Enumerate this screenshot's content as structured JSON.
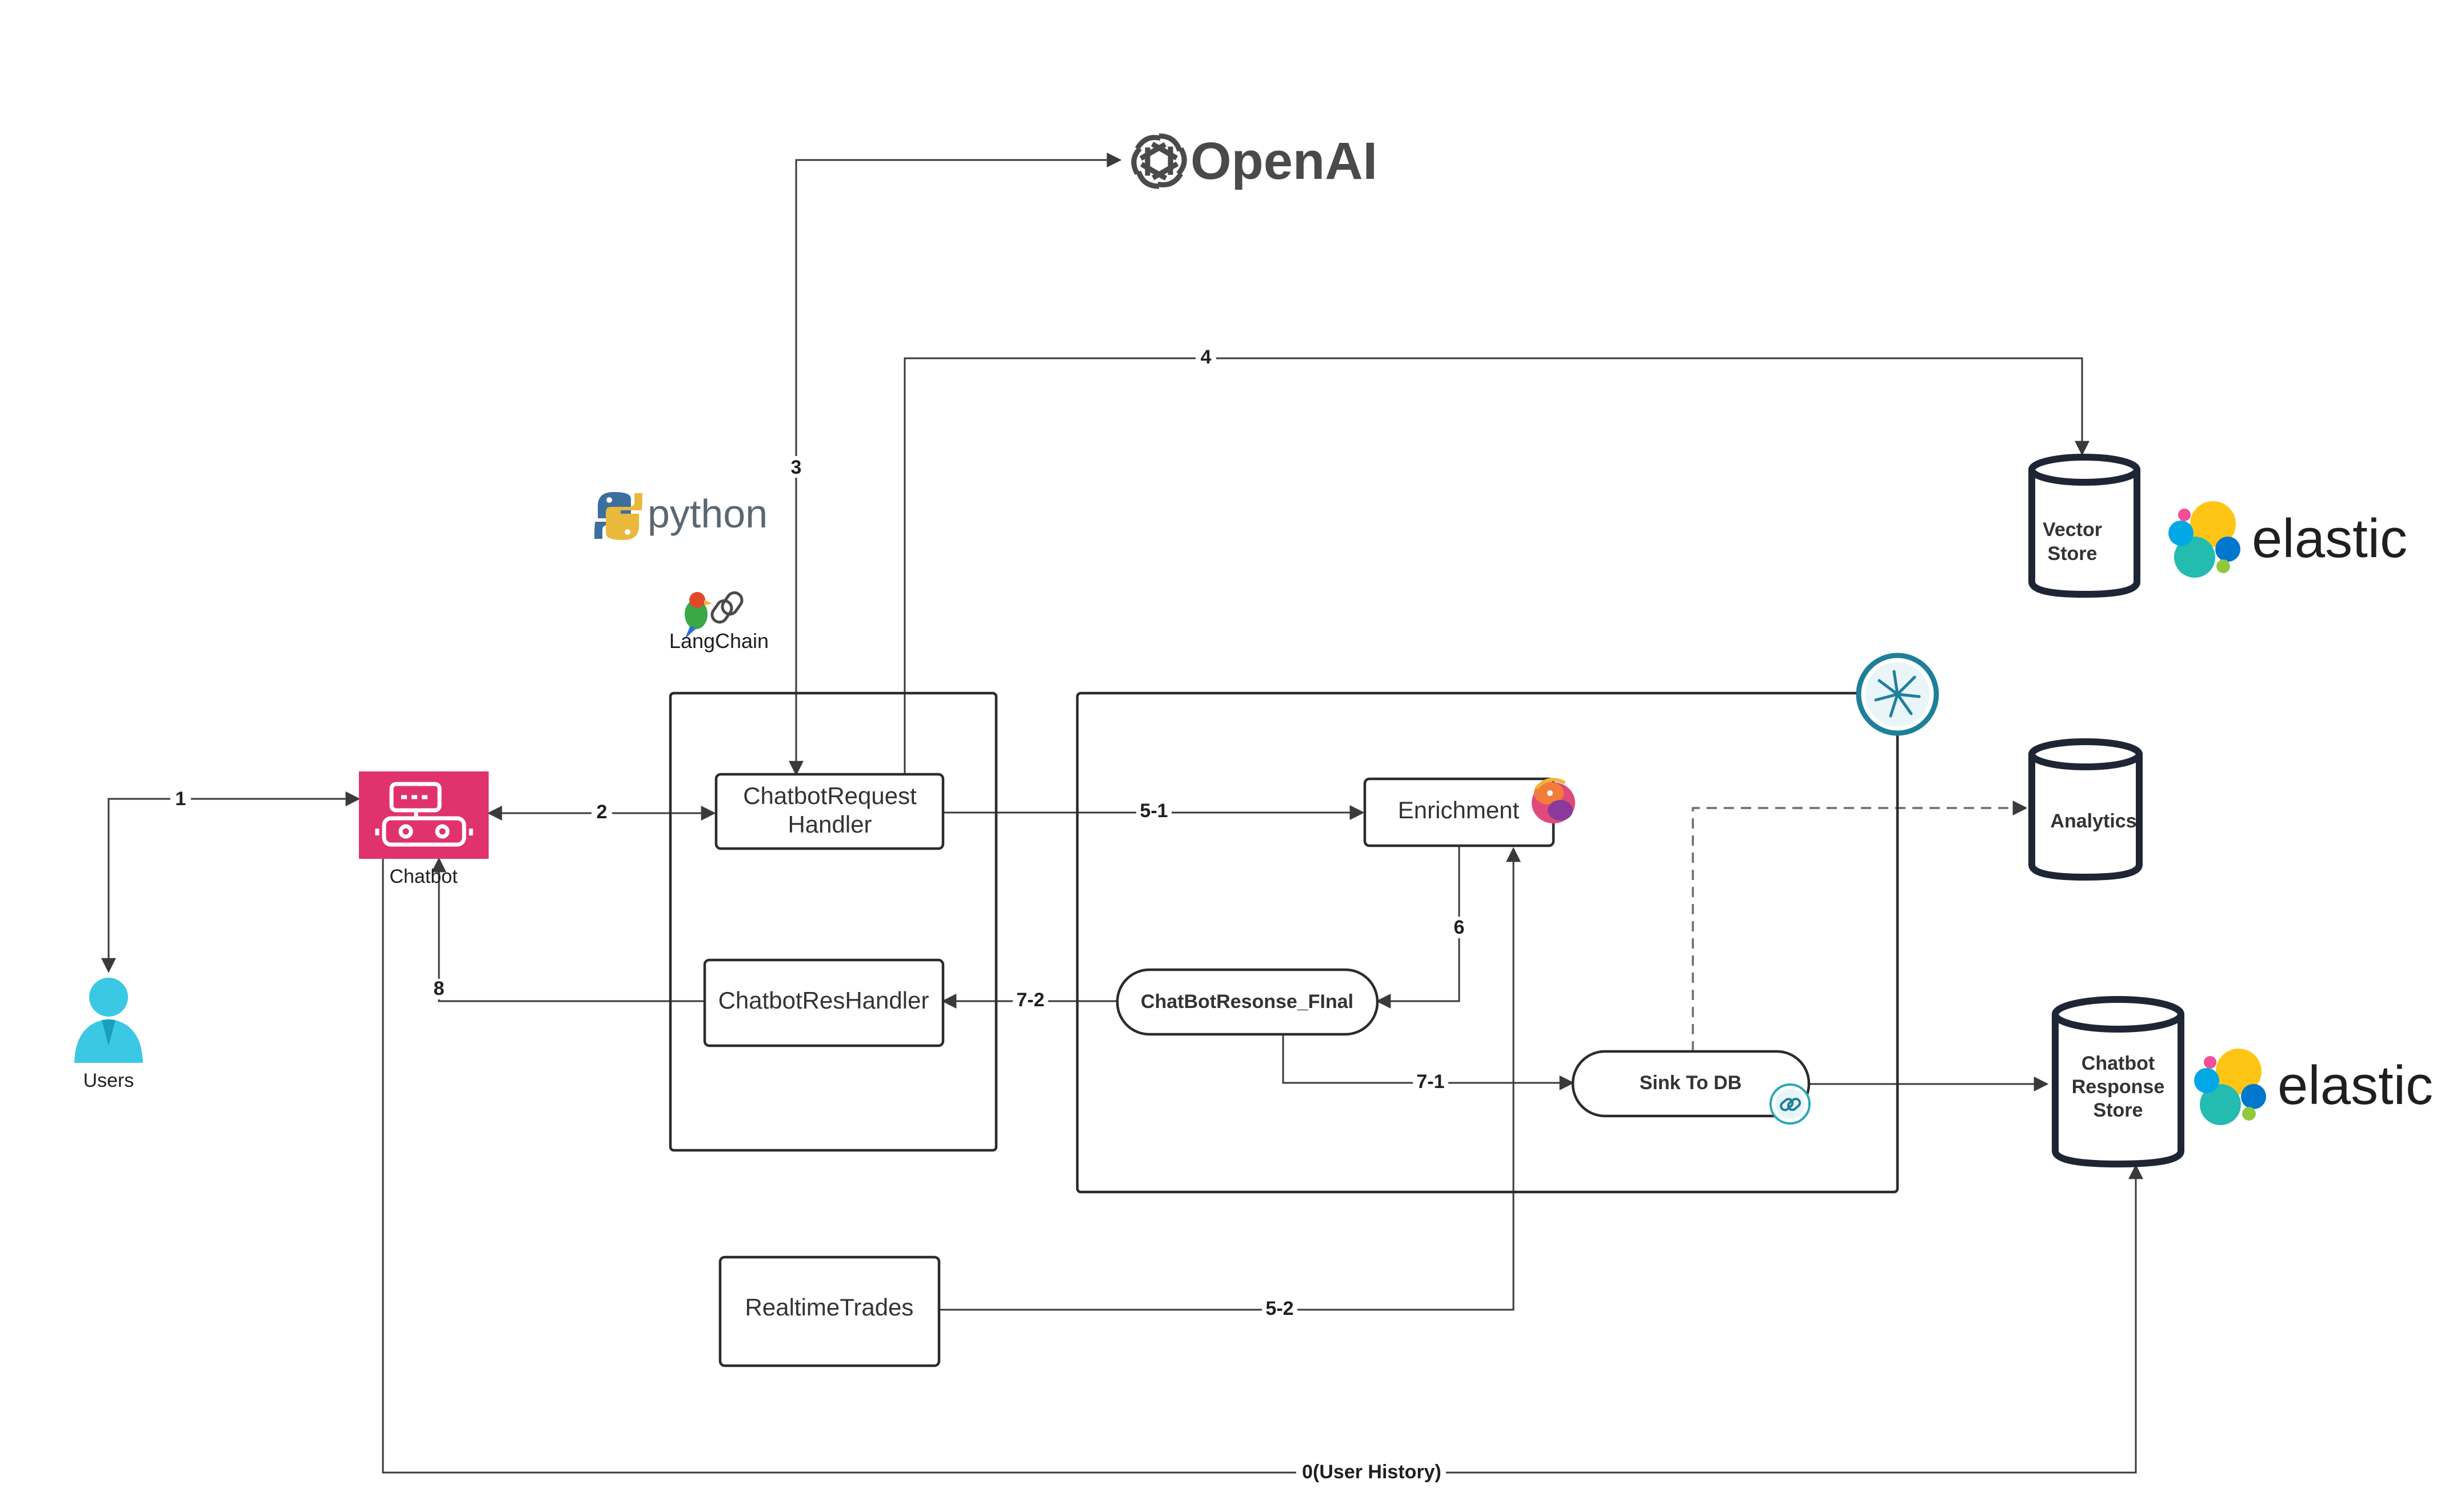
{
  "openai": {
    "name": "OpenAI",
    "color": "#4a4a4a",
    "icon": "openai-logo-icon"
  },
  "python": {
    "name": "python",
    "blue": "#3b6f9e",
    "yellow": "#e8b93a",
    "icon": "python-logo-icon"
  },
  "langchain": {
    "name": "LangChain",
    "icon": "parrot-chain-icon"
  },
  "elastic": {
    "name": "elastic",
    "icon": "elastic-logo-icon"
  },
  "chatbot": {
    "label": "Chatbot",
    "color": "#e0336e",
    "icon": "chatbot-robot-icon"
  },
  "users": {
    "label": "Users",
    "color": "#3bc8e4",
    "icon": "user-person-icon"
  },
  "nodes": {
    "request_handler_l1": "ChatbotRequest",
    "request_handler_l2": "Handler",
    "res_handler": "ChatbotResHandler",
    "enrichment": "Enrichment",
    "final": "ChatBotResonse_FInal",
    "sink": "Sink To DB",
    "realtime": "RealtimeTrades"
  },
  "stores": {
    "vector_l1": "Vector",
    "vector_l2": "Store",
    "analytics": "Analytics",
    "response_l1": "Chatbot",
    "response_l2": "Response",
    "response_l3": "Store"
  },
  "edges": {
    "e1": "1",
    "e2": "2",
    "e3": "3",
    "e4": "4",
    "e5_1": "5-1",
    "e5_2": "5-2",
    "e6": "6",
    "e7_1": "7-1",
    "e7_2": "7-2",
    "e8": "8",
    "e0": "0(User History)"
  },
  "colors": {
    "line": "#3a3a3a",
    "flink_teal": "#1f7f9a",
    "elastic_yellow": "#fec514",
    "elastic_teal": "#24bbb1",
    "elastic_blue": "#0077cc",
    "elastic_pink": "#f04e98",
    "elastic_green": "#93c83e"
  }
}
